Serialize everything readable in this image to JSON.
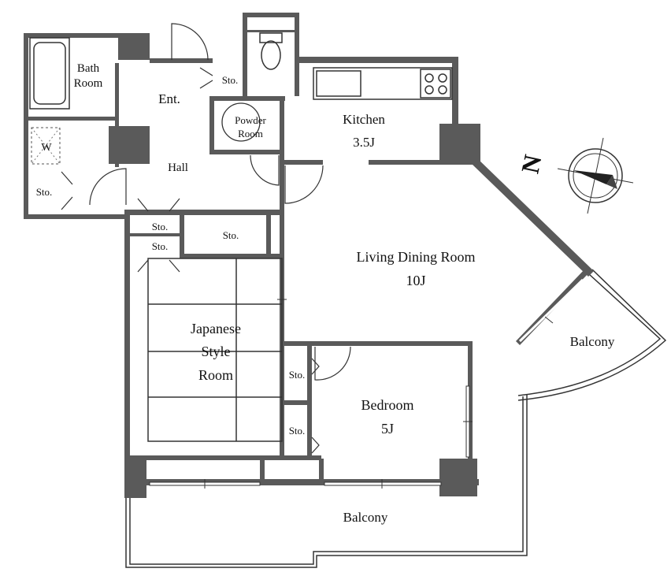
{
  "rooms": {
    "bath": [
      "Bath",
      "Room"
    ],
    "entrance": "Ent.",
    "storage": "Sto.",
    "powder": [
      "Powder",
      "Room"
    ],
    "kitchen": [
      "Kitchen",
      "3.5J"
    ],
    "hall": "Hall",
    "washer": "W",
    "living": [
      "Living Dining Room",
      "10J"
    ],
    "japanese": [
      "Japanese",
      "Style",
      "Room"
    ],
    "bedroom": [
      "Bedroom",
      "5J"
    ],
    "balcony": "Balcony"
  },
  "compass": {
    "north_label": "N"
  },
  "colors": {
    "wall": "#5a5a5a",
    "line": "#333333",
    "background": "#ffffff"
  }
}
